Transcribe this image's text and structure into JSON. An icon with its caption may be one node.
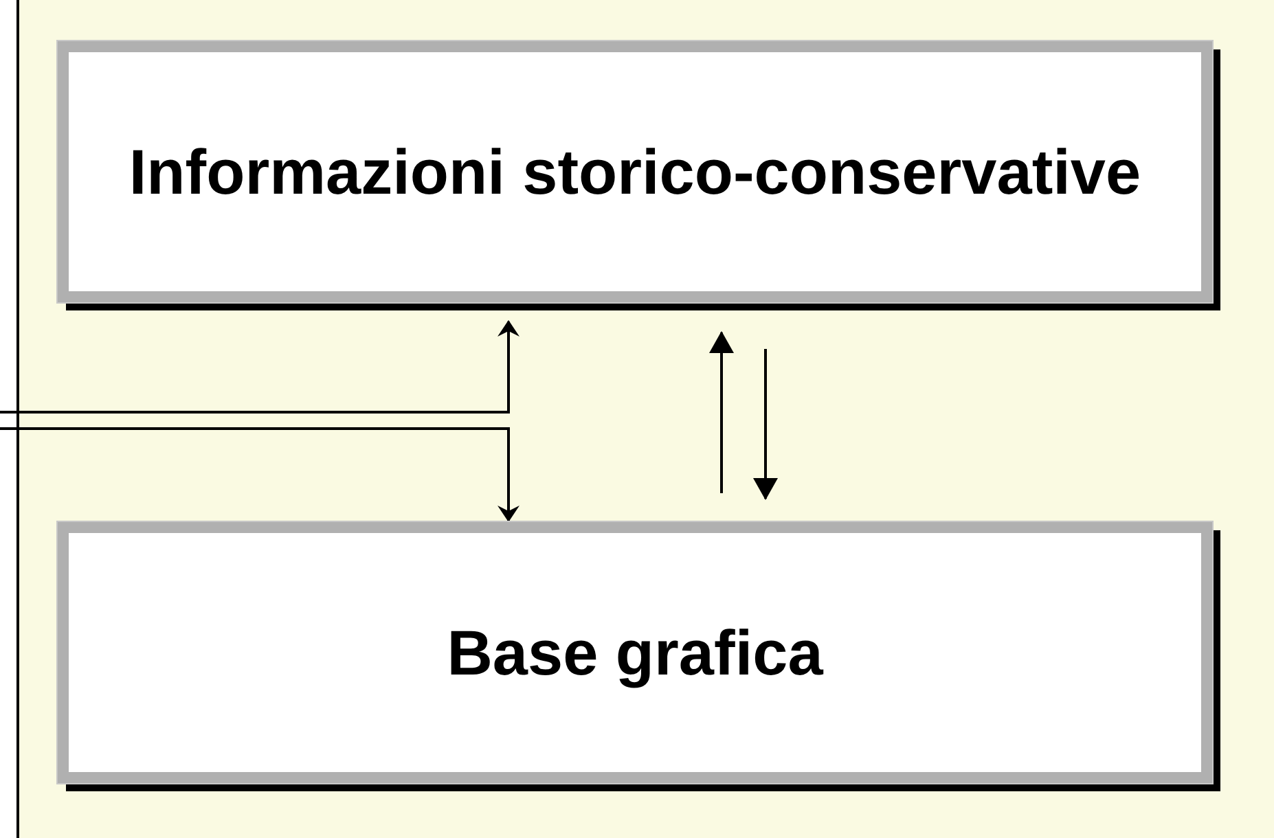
{
  "diagram": {
    "nodes": [
      {
        "text": [
          "Informazioni storico-conservative"
        ]
      },
      {
        "text": [
          "Base grafica"
        ]
      }
    ],
    "edges": [
      {
        "from": null,
        "to": 0,
        "arrow": "to"
      },
      {
        "from": null,
        "to": 1,
        "arrow": "to"
      },
      {
        "from": 1,
        "to": 0,
        "arrow": "to"
      },
      {
        "from": 0,
        "to": 1,
        "arrow": "to"
      }
    ]
  }
}
